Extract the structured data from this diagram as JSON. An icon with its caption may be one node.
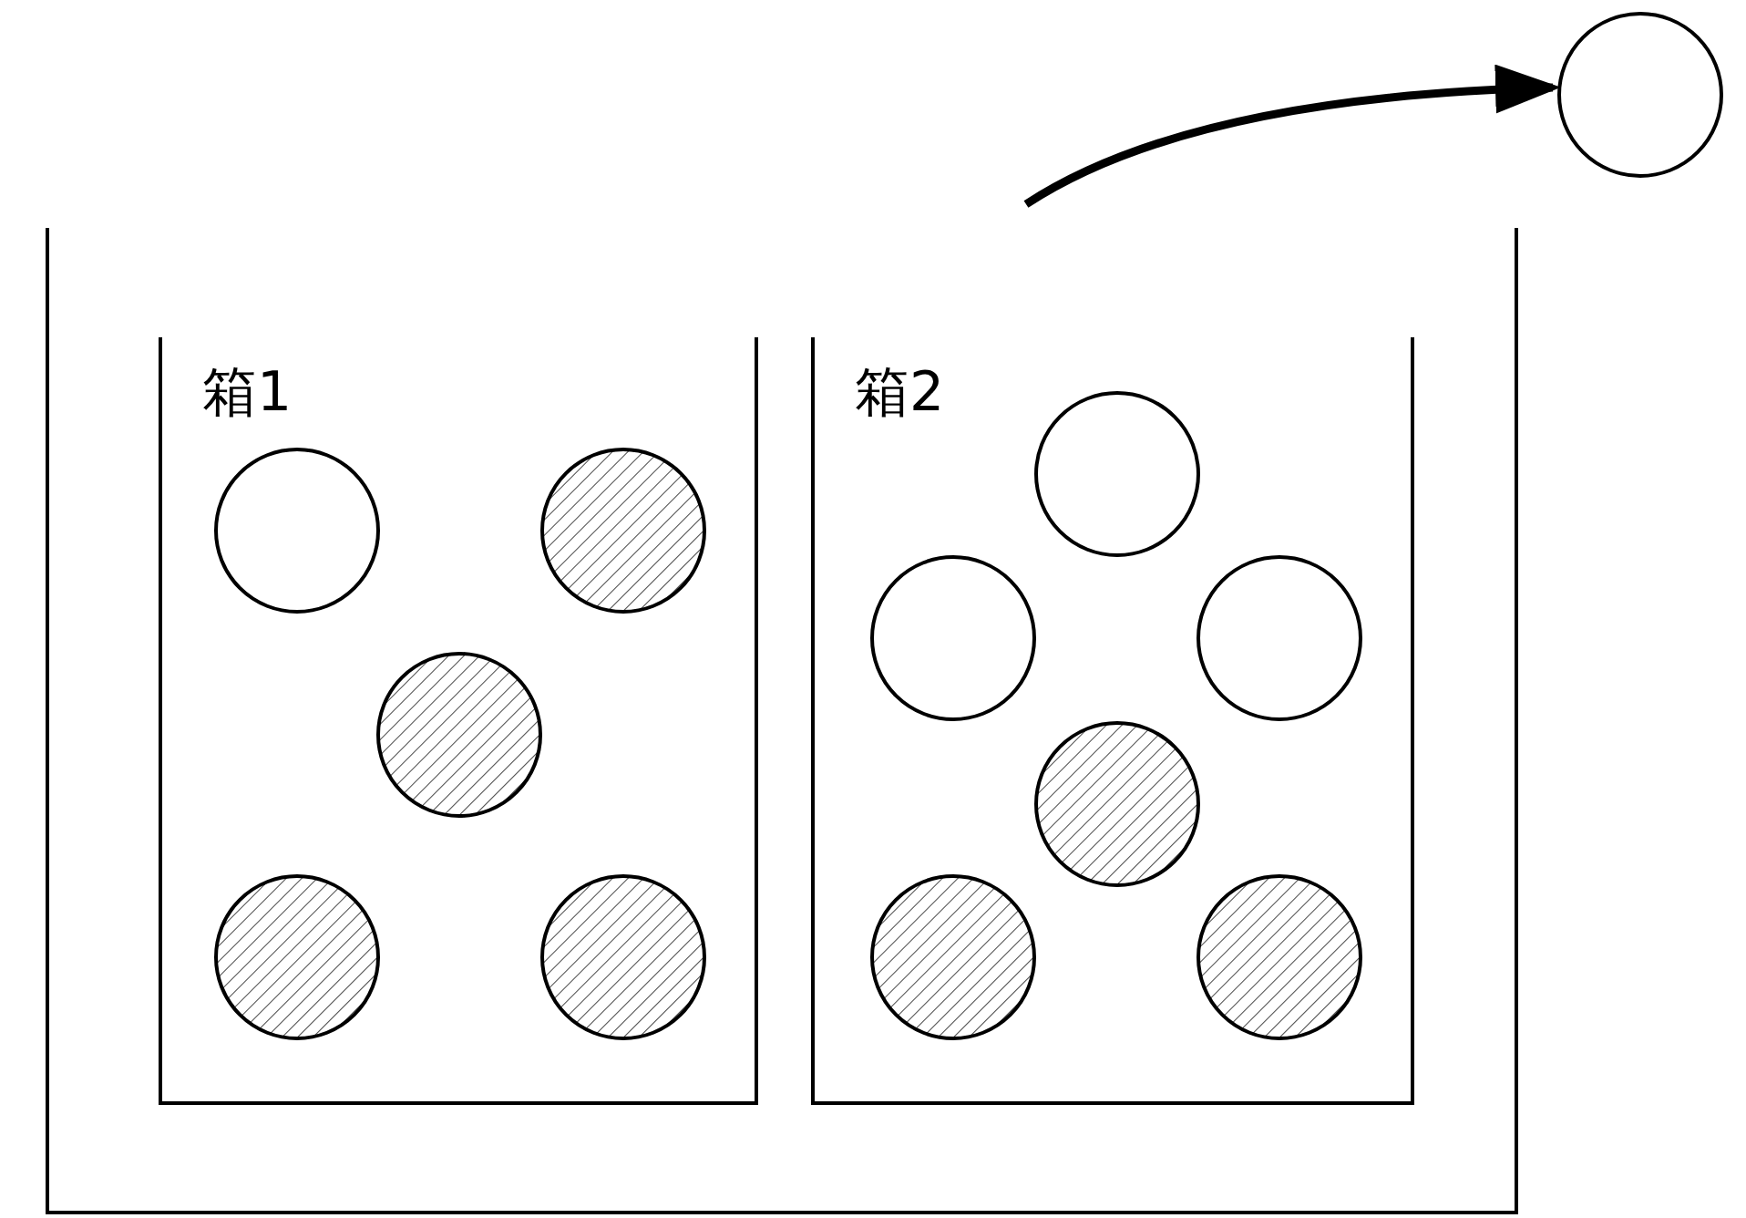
{
  "diagram": {
    "nodes": [
      {
        "text": [],
        "shape": "box"
      },
      {
        "text": [
          "箱1"
        ],
        "in": 0
      },
      {
        "text": [
          "箱2"
        ],
        "in": 0
      },
      {
        "text": [],
        "shape": "circle",
        "in": 1
      },
      {
        "text": [],
        "shape": "circle",
        "in": 1
      },
      {
        "text": [],
        "shape": "circle",
        "in": 1
      },
      {
        "text": [],
        "shape": "circle",
        "in": 1
      },
      {
        "text": [],
        "shape": "circle",
        "in": 1
      },
      {
        "text": [],
        "shape": "circle",
        "in": 2
      },
      {
        "text": [],
        "shape": "circle",
        "in": 2
      },
      {
        "text": [],
        "shape": "circle",
        "in": 2
      },
      {
        "text": [],
        "shape": "circle",
        "in": 2
      },
      {
        "text": [],
        "shape": "circle",
        "in": 2
      },
      {
        "text": [],
        "shape": "circle",
        "in": 2
      },
      {
        "text": [],
        "shape": "circle"
      }
    ],
    "edges": [
      {
        "from": null,
        "to": 14,
        "arrow": "to"
      }
    ]
  }
}
